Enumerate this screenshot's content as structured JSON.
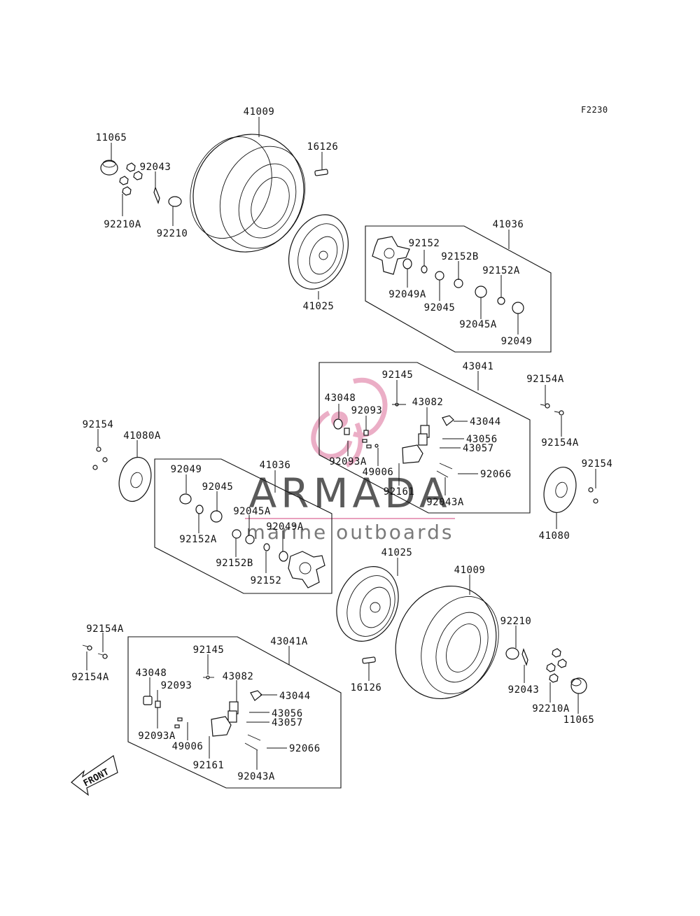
{
  "figure_code": "F2230",
  "labels": {
    "l01": "41009",
    "l02": "11065",
    "l03": "16126",
    "l04": "92043",
    "l05": "92210A",
    "l06": "92210",
    "l07": "41036",
    "l08": "92152",
    "l09": "92152B",
    "l10": "92152A",
    "l11": "92049A",
    "l12": "92045",
    "l13": "92045A",
    "l14": "92049",
    "l15": "41025",
    "l16": "43041",
    "l17": "92145",
    "l18": "92154A",
    "l19": "43048",
    "l20": "43082",
    "l21": "92093",
    "l22": "43044",
    "l23": "43056",
    "l24": "43057",
    "l25": "92154A",
    "l26": "92093A",
    "l27": "49006",
    "l28": "92066",
    "l29": "92161",
    "l30": "92043A",
    "l31": "92154",
    "l32": "41080A",
    "l33": "92154",
    "l34": "41080",
    "l35": "41036",
    "l36": "92049",
    "l37": "92045",
    "l38": "92045A",
    "l39": "92049A",
    "l40": "92152A",
    "l41": "92152B",
    "l42": "92152",
    "l43": "41025",
    "l44": "41009",
    "l45": "92210",
    "l46": "92154A",
    "l47": "43041A",
    "l48": "92145",
    "l49": "43048",
    "l50": "43082",
    "l51": "92093",
    "l52": "43044",
    "l53": "43056",
    "l54": "43057",
    "l55": "92154A",
    "l56": "92093A",
    "l57": "49006",
    "l58": "92066",
    "l59": "92161",
    "l60": "92043A",
    "l61": "16126",
    "l62": "92043",
    "l63": "92210A",
    "l64": "11065"
  },
  "watermark": {
    "brand": "ARMADA",
    "tagline": "marine outboards",
    "logo_color": "#e8a0bd"
  },
  "front_arrow": "FRONT"
}
